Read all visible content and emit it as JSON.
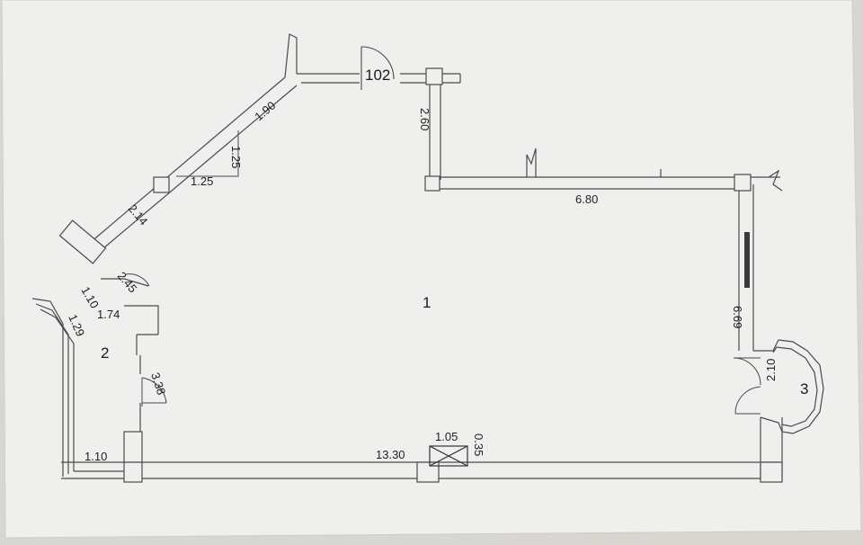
{
  "plan": {
    "rooms": {
      "main": "1",
      "side": "2",
      "bay": "3",
      "corner": "102"
    },
    "dims": {
      "top_diag": "1.90",
      "top_vert": "1.25",
      "top_horiz": "1.25",
      "wall_v": "2.60",
      "top_right": "6.80",
      "diag_low": "2.14",
      "closet": "2.45",
      "small_110": "1.10",
      "small_174": "1.74",
      "small_129": "1.29",
      "small_338": "3.38",
      "right_wall": "6.69",
      "bay_width": "2.10",
      "bottom_left": "1.10",
      "bottom_main": "13.30",
      "vent_w": "1.05",
      "vent_h": "0.35"
    },
    "colors": {
      "paper": "#efefed",
      "line": "#4a4a4a",
      "text": "#1f1f1f"
    }
  }
}
